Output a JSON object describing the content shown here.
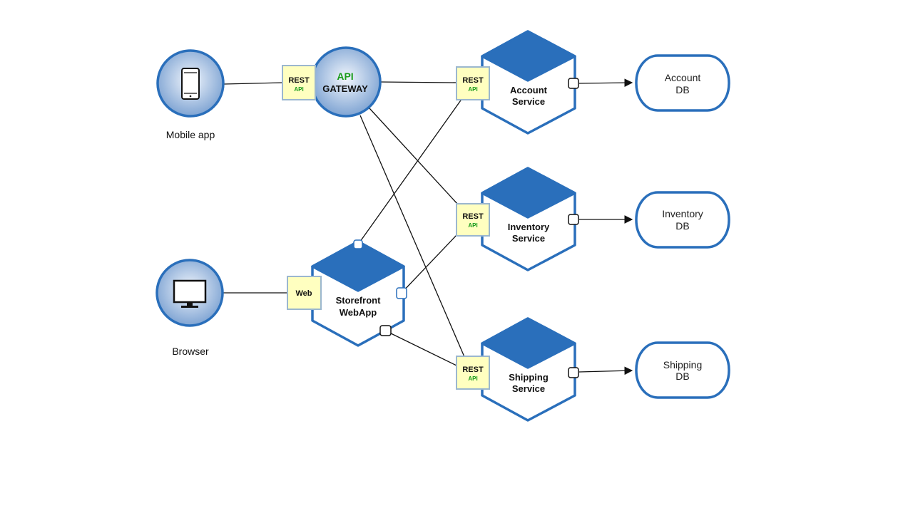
{
  "colors": {
    "node_blue": "#2a6fbb",
    "circle_fill_light": "#e6eef8",
    "circle_fill_dark": "#7fa4d3",
    "badge_fill": "#ffffc0",
    "badge_border": "#9bb7cf",
    "api_green": "#1a9c1a",
    "line": "#111111"
  },
  "clients": [
    {
      "id": "mobile",
      "label": "Mobile app",
      "icon": "mobile-phone-icon"
    },
    {
      "id": "browser",
      "label": "Browser",
      "icon": "desktop-monitor-icon"
    }
  ],
  "gateway": {
    "line1": "API",
    "line2": "GATEWAY"
  },
  "badges": {
    "rest": "REST",
    "api": "API",
    "web": "Web"
  },
  "services": [
    {
      "id": "account",
      "line1": "Account",
      "line2": "Service"
    },
    {
      "id": "inventory",
      "line1": "Inventory",
      "line2": "Service"
    },
    {
      "id": "shipping",
      "line1": "Shipping",
      "line2": "Service"
    },
    {
      "id": "storefront",
      "line1": "Storefront",
      "line2": "WebApp"
    }
  ],
  "databases": [
    {
      "id": "account-db",
      "line1": "Account",
      "line2": "DB"
    },
    {
      "id": "inventory-db",
      "line1": "Inventory",
      "line2": "DB"
    },
    {
      "id": "shipping-db",
      "line1": "Shipping",
      "line2": "DB"
    }
  ]
}
